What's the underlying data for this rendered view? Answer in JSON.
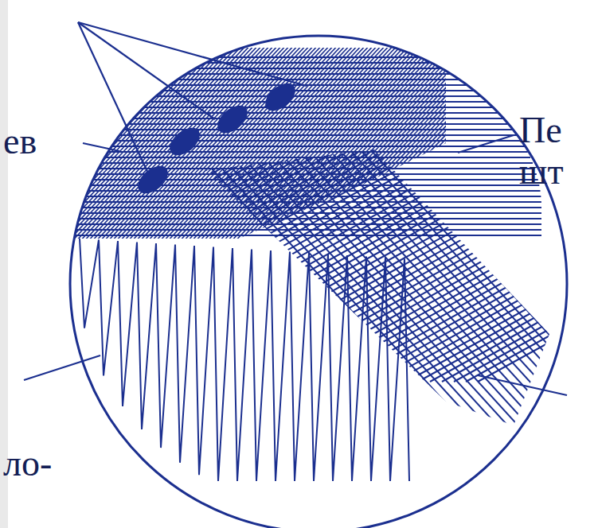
{
  "diagram": {
    "labels": [
      "ев",
      "Пе шт",
      "ло-"
    ]
  }
}
